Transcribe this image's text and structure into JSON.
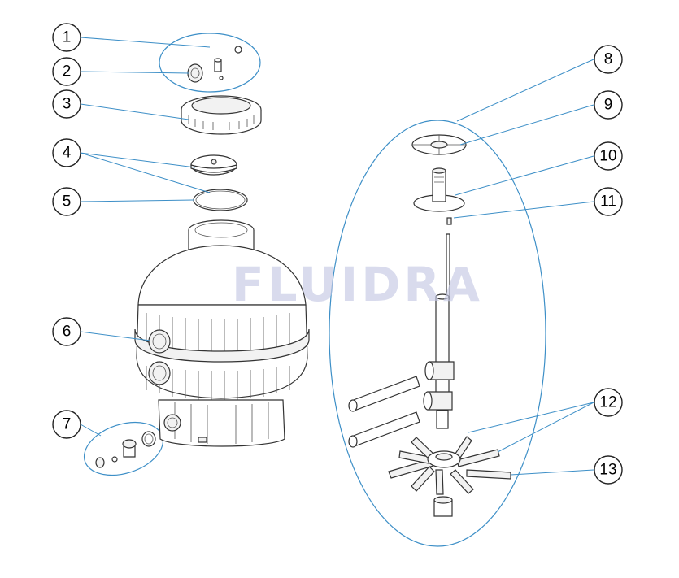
{
  "watermark": "FLUIDRA",
  "callouts": [
    "1",
    "2",
    "3",
    "4",
    "5",
    "6",
    "7",
    "8",
    "9",
    "10",
    "11",
    "12",
    "13"
  ],
  "colors": {
    "leader": "#3d8fc7",
    "watermark": "#c5c9e4",
    "outline": "#333333"
  }
}
